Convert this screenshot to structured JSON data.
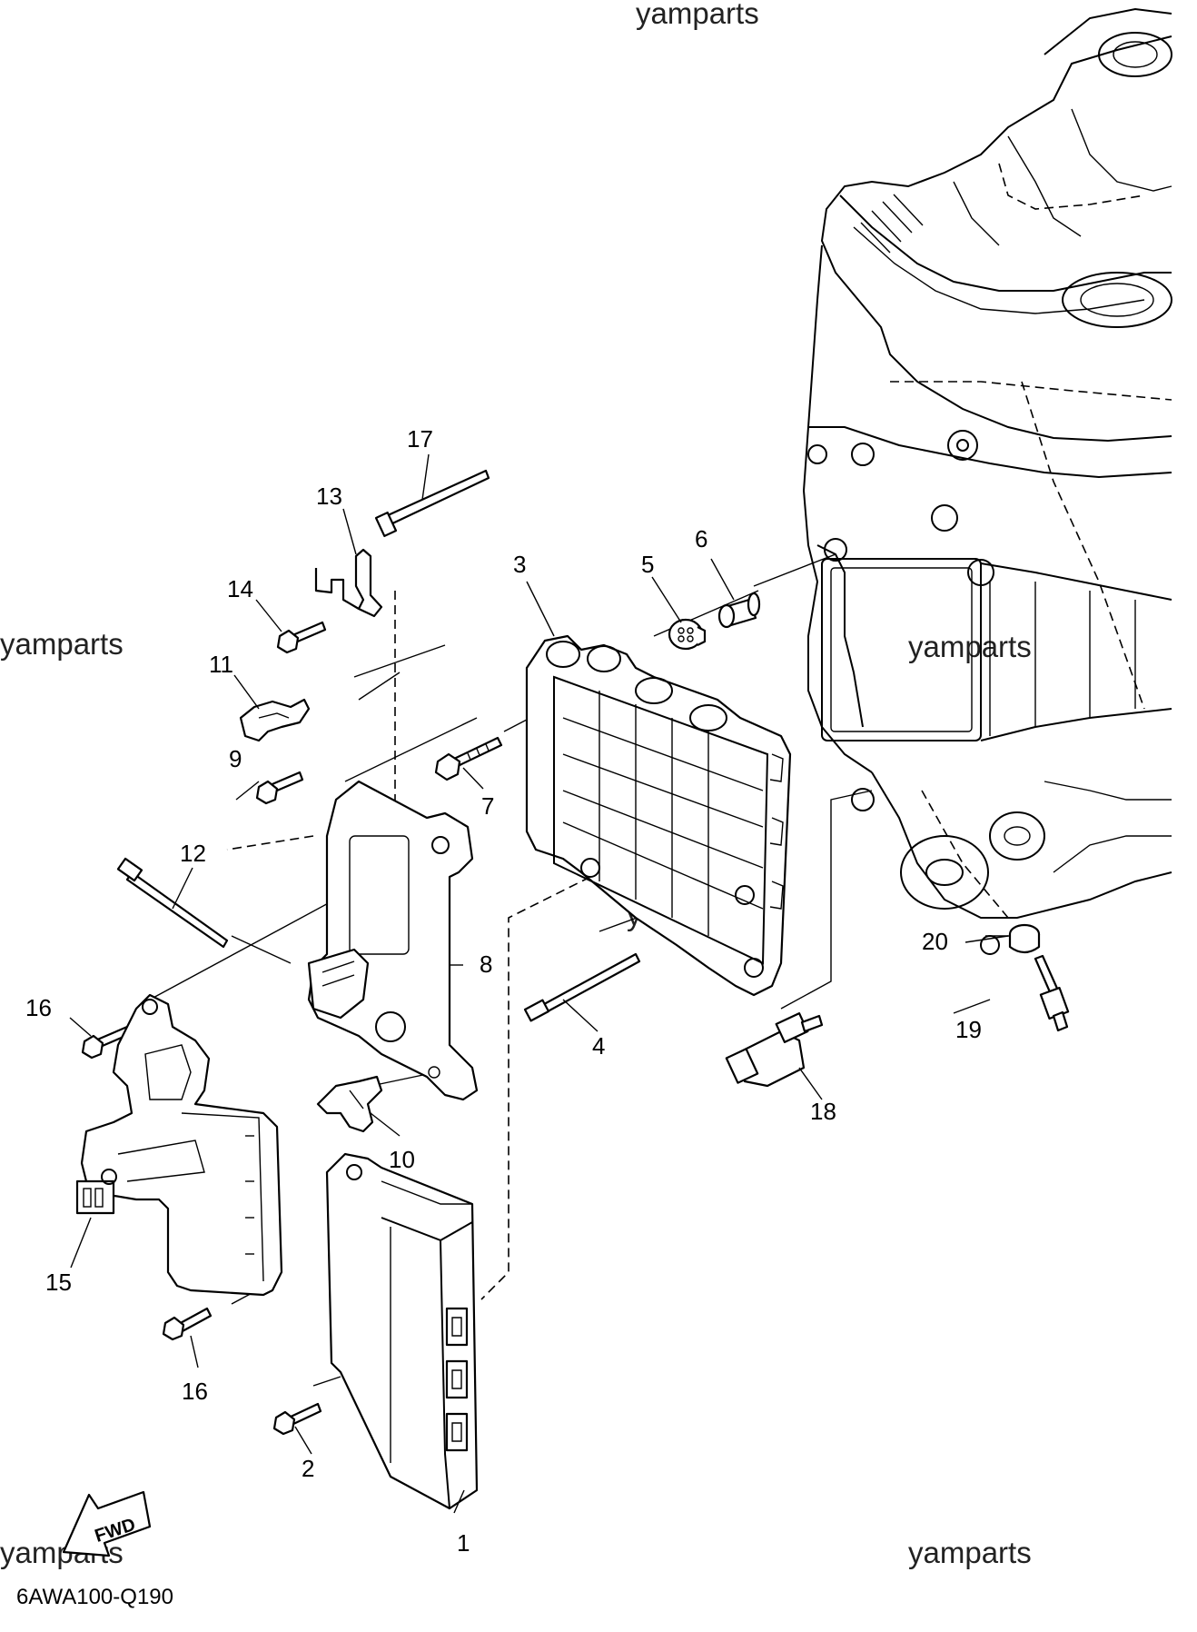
{
  "watermarks": [
    "yamparts",
    "yamparts",
    "yamparts",
    "yamparts",
    "yamparts",
    "yamparts"
  ],
  "callouts": [
    "1",
    "2",
    "3",
    "4",
    "5",
    "6",
    "7",
    "8",
    "9",
    "10",
    "11",
    "12",
    "13",
    "14",
    "15",
    "16",
    "16",
    "17",
    "18",
    "19",
    "20"
  ],
  "direction_arrow": {
    "label": "FWD",
    "icon": "fwd-arrow-icon"
  },
  "diagram_code": "6AWA100-Q190"
}
